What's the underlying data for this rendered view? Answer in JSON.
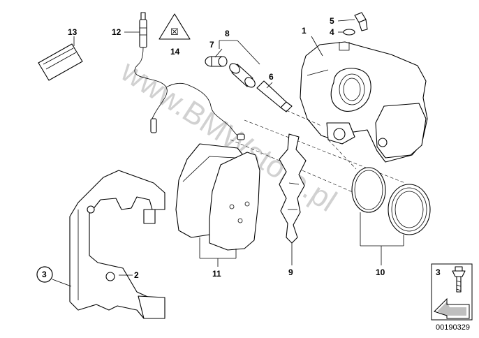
{
  "watermark": "www.BMWstore.pl",
  "diagram_code": "00190329",
  "sensor_warning_symbol": "☒",
  "legend_label": "3",
  "callouts": {
    "c1": "1",
    "c2": "2",
    "c3": "3",
    "c4": "4",
    "c5": "5",
    "c6": "6",
    "c7": "7",
    "c8": "8",
    "c9": "9",
    "c10": "10",
    "c11": "11",
    "c12": "12",
    "c13": "13",
    "c14": "14"
  }
}
